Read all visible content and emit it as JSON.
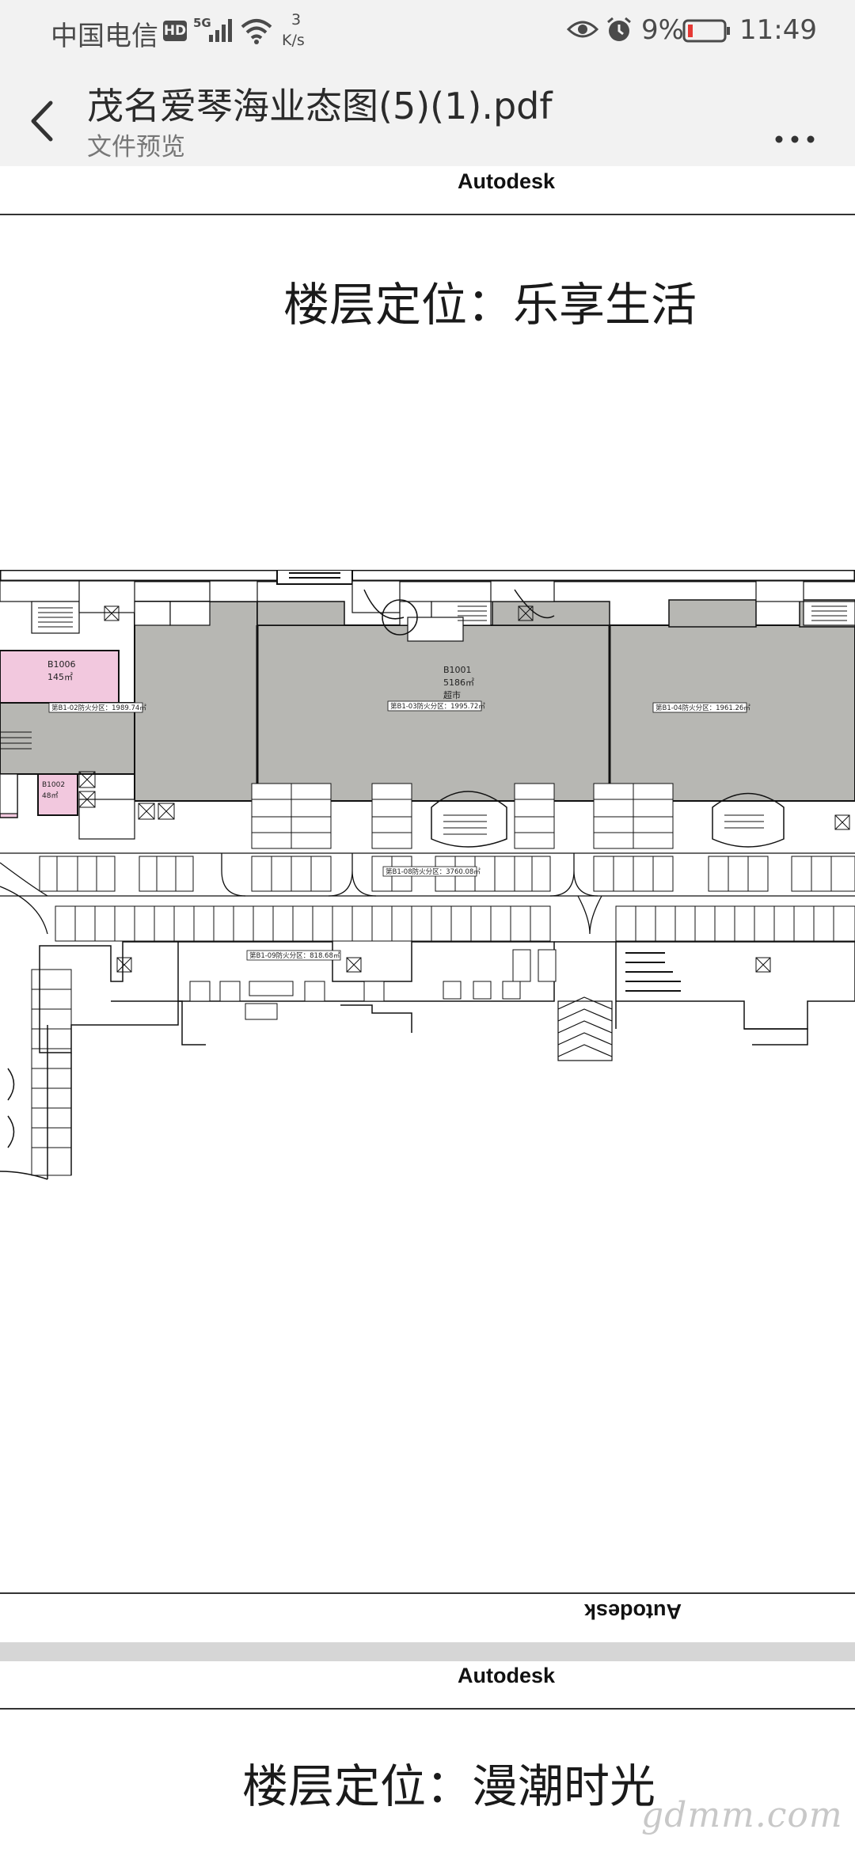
{
  "status_bar": {
    "carrier": "中国电信",
    "hd_badge": "HD",
    "network": "5G",
    "speed_value": "3",
    "speed_unit": "K/s",
    "battery": "9%",
    "time": "11:49"
  },
  "header": {
    "title": "茂名爱琴海业态图(5)(1).pdf",
    "subtitle": "文件预览"
  },
  "document": {
    "page1": {
      "brand_top": "Autodesk",
      "heading": "楼层定位：乐享生活",
      "brand_bottom_flipped": "Autodesk"
    },
    "page2": {
      "brand_top": "Autodesk",
      "heading": "楼层定位：漫潮时光"
    },
    "plan_labels": {
      "b1001_id": "B1001",
      "b1001_area": "5186㎡",
      "b1001_type": "超市",
      "b1006_id": "B1006",
      "b1006_area": "145㎡",
      "b1002_id": "B1002",
      "b1002_area": "48㎡",
      "zone_02": "第B1-02防火分区：1989.74㎡",
      "zone_03": "第B1-03防火分区：1995.72㎡",
      "zone_04": "第B1-04防火分区：1961.26㎡",
      "zone_08": "第B1-08防火分区：3760.08㎡",
      "zone_09": "第B1-09防火分区：818.68㎡"
    }
  },
  "watermark": "gdmm.com",
  "colors": {
    "store_grey": "#b7b7b3",
    "store_pink": "#f2c8de",
    "bar_bg": "#f2f2f2",
    "battery_low": "#e53935"
  }
}
